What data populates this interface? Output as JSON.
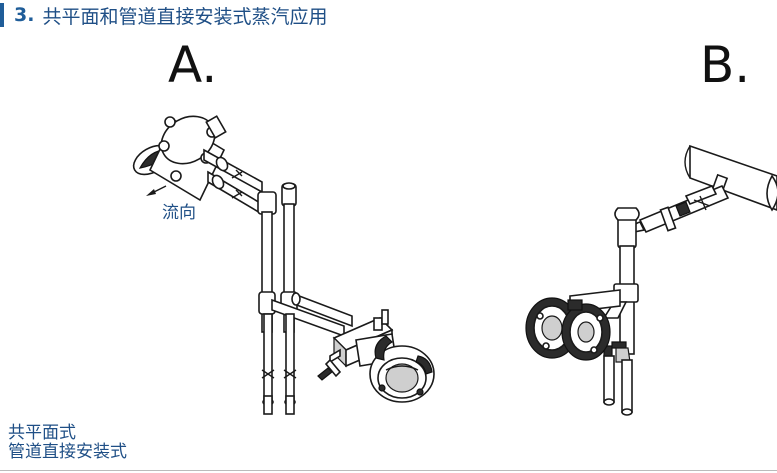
{
  "header": {
    "number": "3.",
    "title": "共平面和管道直接安装式蒸汽应用"
  },
  "panels": {
    "a_label": "A.",
    "b_label": "B."
  },
  "annotations": {
    "flow": "流向"
  },
  "caption": {
    "line1": "共平面式",
    "line2": "管道直接安装式"
  },
  "colors": {
    "accent": "#1f5d99",
    "text_blue": "#1f4f86",
    "ink": "#1a1a1a"
  },
  "icons": {
    "flow_arrow": "arrow-left-icon"
  }
}
